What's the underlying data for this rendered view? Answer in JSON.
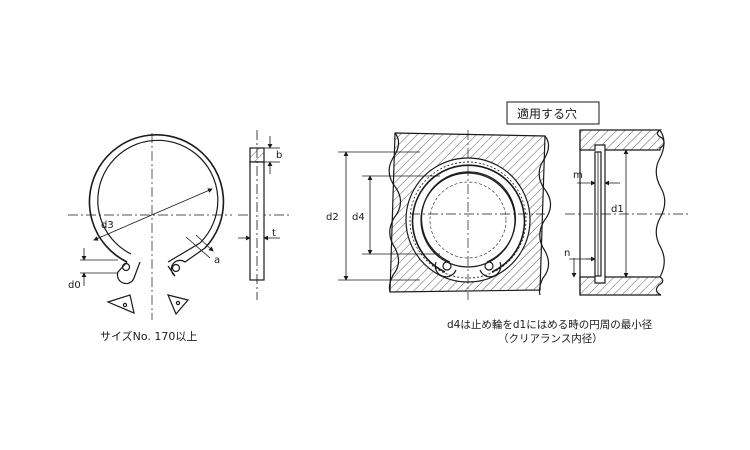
{
  "labels": {
    "d3": "d3",
    "d0": "d0",
    "a": "a",
    "b": "b",
    "t": "t",
    "d2": "d2",
    "d4": "d4",
    "d1": "d1",
    "m": "m",
    "n": "n"
  },
  "size_note": "サイズNo. 170以上",
  "hole_title": "適用する穴",
  "footnote_line1": "d4は止め輪をd1にはめる時の円周の最小径",
  "footnote_line2": "（クリアランス内径）"
}
